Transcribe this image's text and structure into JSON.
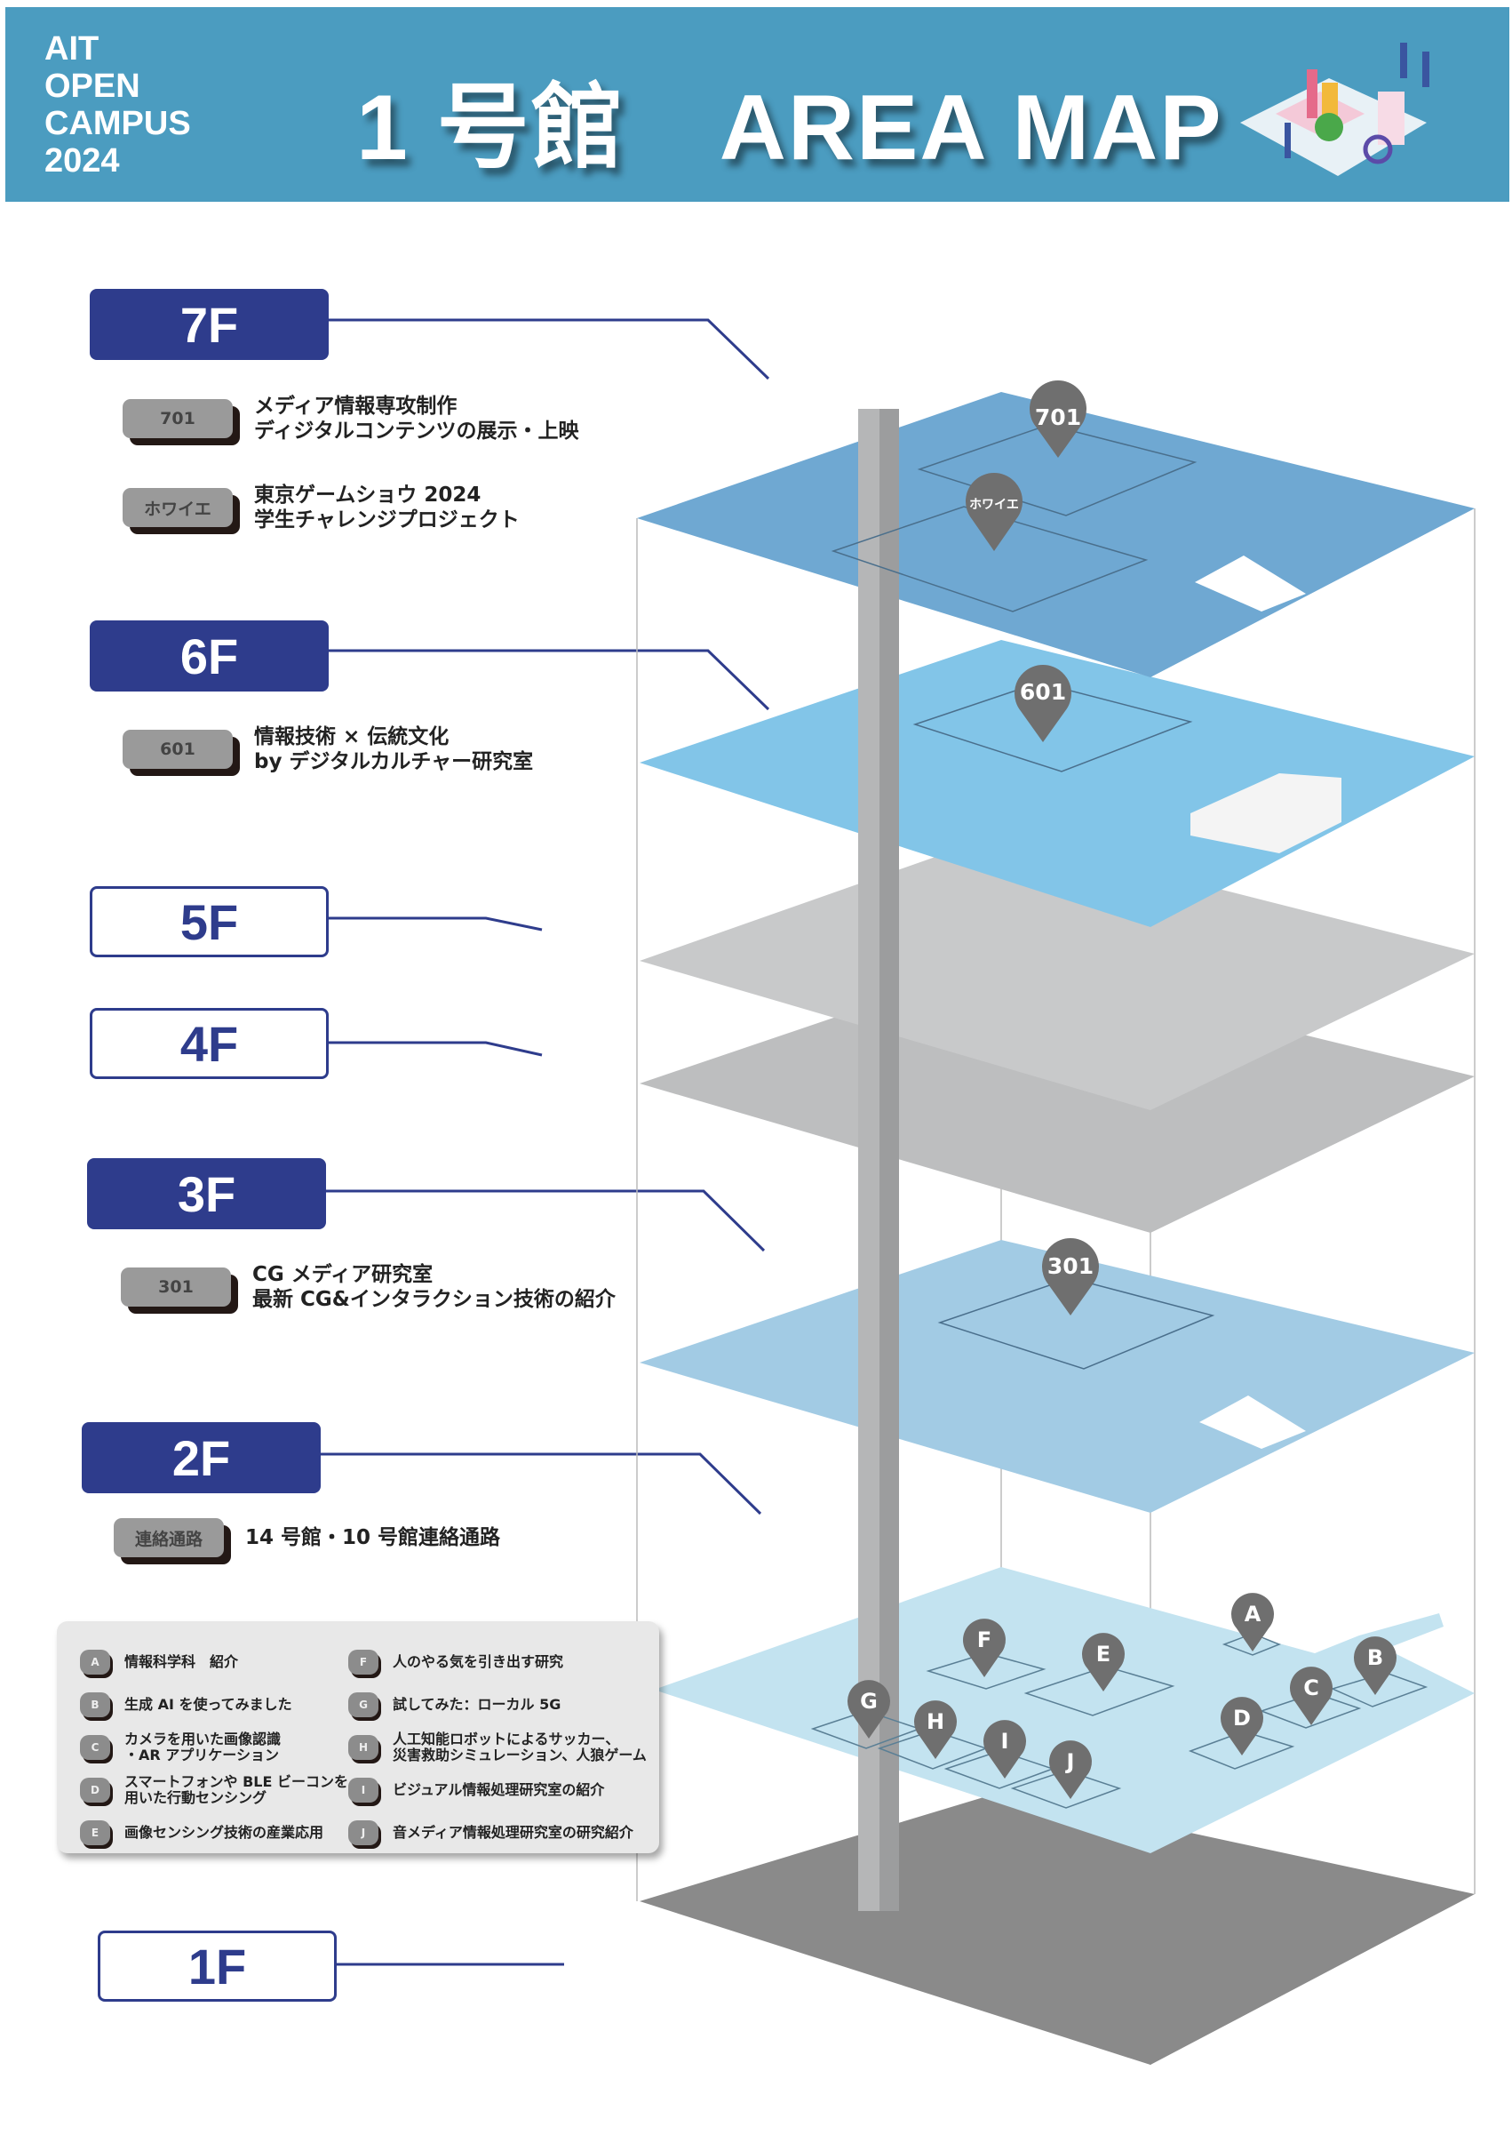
{
  "header": {
    "brand_lines": [
      "AIT",
      "OPEN",
      "CAMPUS",
      "2024"
    ],
    "title": "1 号館　AREA MAP"
  },
  "floors": {
    "f7": {
      "label": "7F",
      "items": [
        {
          "badge": "701",
          "lines": [
            "メディア情報専攻制作",
            "ディジタルコンテンツの展示・上映"
          ]
        },
        {
          "badge": "ホワイエ",
          "lines": [
            "東京ゲームショウ 2024",
            "学生チャレンジプロジェクト"
          ]
        }
      ]
    },
    "f6": {
      "label": "6F",
      "items": [
        {
          "badge": "601",
          "lines": [
            "情報技術 × 伝統文化",
            "by デジタルカルチャー研究室"
          ]
        }
      ]
    },
    "f5": {
      "label": "5F"
    },
    "f4": {
      "label": "4F"
    },
    "f3": {
      "label": "3F",
      "items": [
        {
          "badge": "301",
          "lines": [
            "CG メディア研究室",
            "最新 CG&インタラクション技術の紹介"
          ]
        }
      ]
    },
    "f2": {
      "label": "2F",
      "items": [
        {
          "badge": "連絡通路",
          "lines": [
            "14 号館・10 号館連絡通路"
          ]
        }
      ]
    },
    "f1": {
      "label": "1F"
    }
  },
  "legend": [
    {
      "key": "A",
      "lines": [
        "情報科学科　紹介"
      ]
    },
    {
      "key": "B",
      "lines": [
        "生成 AI を使ってみました"
      ]
    },
    {
      "key": "C",
      "lines": [
        "カメラを用いた画像認識",
        "・AR アプリケーション"
      ]
    },
    {
      "key": "D",
      "lines": [
        "スマートフォンや BLE ビーコンを",
        "用いた行動センシング"
      ]
    },
    {
      "key": "E",
      "lines": [
        "画像センシング技術の産業応用"
      ]
    },
    {
      "key": "F",
      "lines": [
        "人のやる気を引き出す研究"
      ]
    },
    {
      "key": "G",
      "lines": [
        "試してみた：ローカル 5G"
      ]
    },
    {
      "key": "H",
      "lines": [
        "人工知能ロボットによるサッカー、",
        "災害救助シミュレーション、人狼ゲーム"
      ]
    },
    {
      "key": "I",
      "lines": [
        "ビジュアル情報処理研究室の紹介"
      ]
    },
    {
      "key": "J",
      "lines": [
        "音メディア情報処理研究室の研究紹介"
      ]
    }
  ],
  "pins": {
    "p701": "701",
    "pfoyer": "ホワイエ",
    "p601": "601",
    "p301": "301",
    "A": "A",
    "B": "B",
    "C": "C",
    "D": "D",
    "E": "E",
    "F": "F",
    "G": "G",
    "H": "H",
    "I": "I",
    "J": "J"
  },
  "colors": {
    "header": "#4b9cc0",
    "floor_label": "#2e3c8c",
    "floor7": "#6fa8d2",
    "floor6": "#82c5e8",
    "floor3": "#a2cbe4",
    "floor2": "#c3e3f0",
    "floor_gray": "#c8c9ca",
    "floor1": "#8a8a8a"
  }
}
